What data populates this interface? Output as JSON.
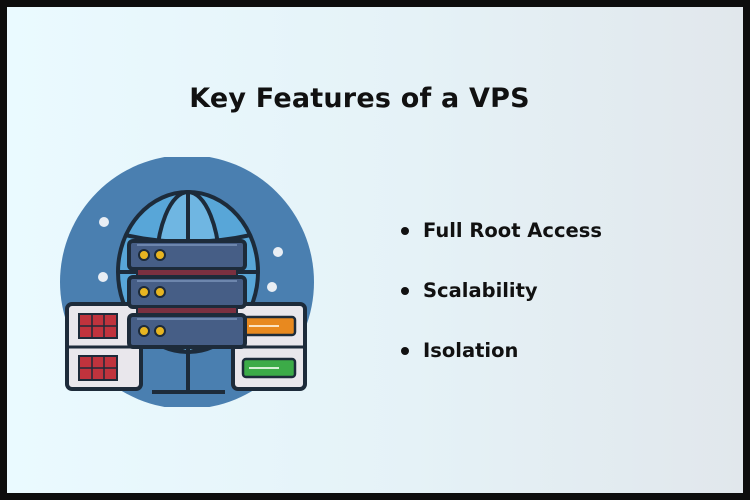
{
  "title": "Key Features of a VPS",
  "features": [
    {
      "label": "Full Root Access"
    },
    {
      "label": "Scalability"
    },
    {
      "label": "Isolation"
    }
  ],
  "illustration": {
    "icon": "vps-server-globe-icon",
    "colors": {
      "circle": "#4a7fb0",
      "globe": "#58a6d8",
      "server": "#465e86",
      "light": "#e7b521",
      "panel": "#e9e7ec",
      "red": "#c0333d",
      "orange": "#e8891f",
      "green": "#3cab48",
      "outline": "#1d2b3a"
    }
  }
}
